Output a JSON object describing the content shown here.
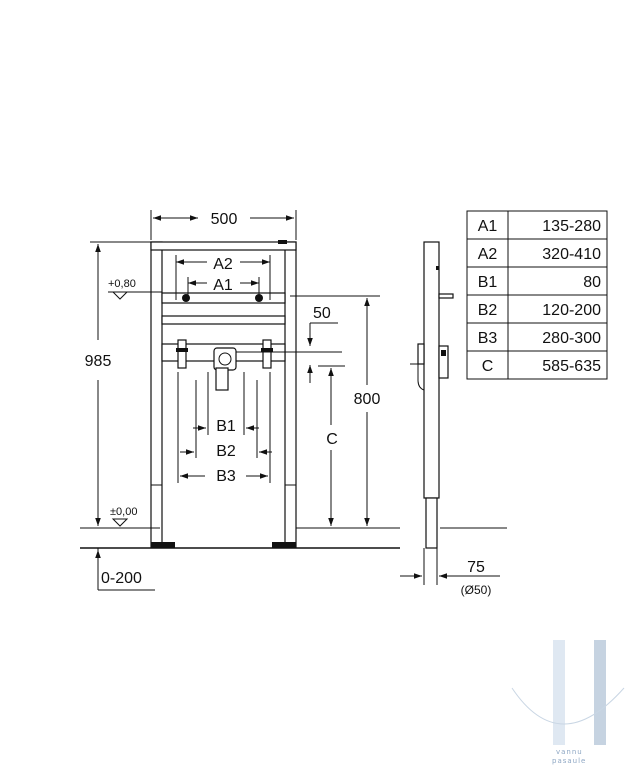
{
  "dimensions": {
    "width": "500",
    "height": "985",
    "a2": "A2",
    "a1": "A1",
    "level_top": "+0,80",
    "level_floor": "±0,00",
    "floor_range": "0-200",
    "d50": "50",
    "d800": "800",
    "c": "C",
    "b1": "B1",
    "b2": "B2",
    "b3": "B3",
    "d75": "75",
    "dia50": "(Ø50)"
  },
  "table": {
    "rows": [
      {
        "label": "A1",
        "value": "135-280"
      },
      {
        "label": "A2",
        "value": "320-410"
      },
      {
        "label": "B1",
        "value": "80"
      },
      {
        "label": "B2",
        "value": "120-200"
      },
      {
        "label": "B3",
        "value": "280-300"
      },
      {
        "label": "C",
        "value": "585-635"
      }
    ]
  },
  "watermark": {
    "line1": "vannu",
    "line2": "pasaule",
    "color": "#8ea7c4"
  }
}
